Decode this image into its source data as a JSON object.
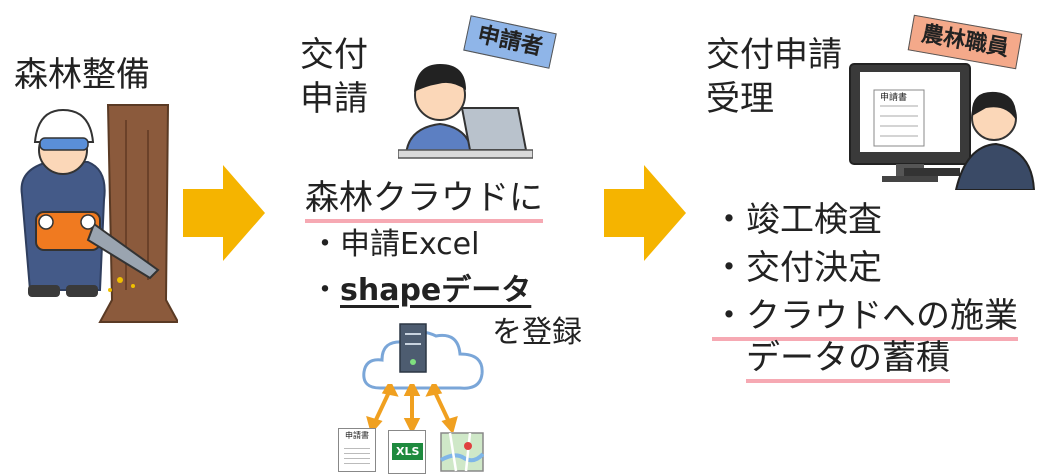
{
  "step1": {
    "title": "森林整備"
  },
  "step2": {
    "title_line1": "交付",
    "title_line2": "申請",
    "badge": "申請者",
    "badge_color": "#8fb5e8",
    "lead": "森林クラウドに",
    "item1_bullet": "・",
    "item1": "申請Excel",
    "item2_bullet": "・",
    "item2": "shapeデータ",
    "tail": "を登録",
    "file_doc_label": "申請書",
    "file_xls_label": "XLS"
  },
  "step3": {
    "title_line1": "交付申請",
    "title_line2": "受理",
    "badge": "農林職員",
    "badge_color": "#f4a98a",
    "monitor_doc_label": "申請書",
    "items": [
      "・竣工検査",
      "・交付決定",
      "・クラウドへの施業",
      "データの蓄積"
    ]
  },
  "colors": {
    "arrow": "#f5b400",
    "highlight": "#f6a9b3",
    "cloud_arrow": "#f0a020"
  }
}
